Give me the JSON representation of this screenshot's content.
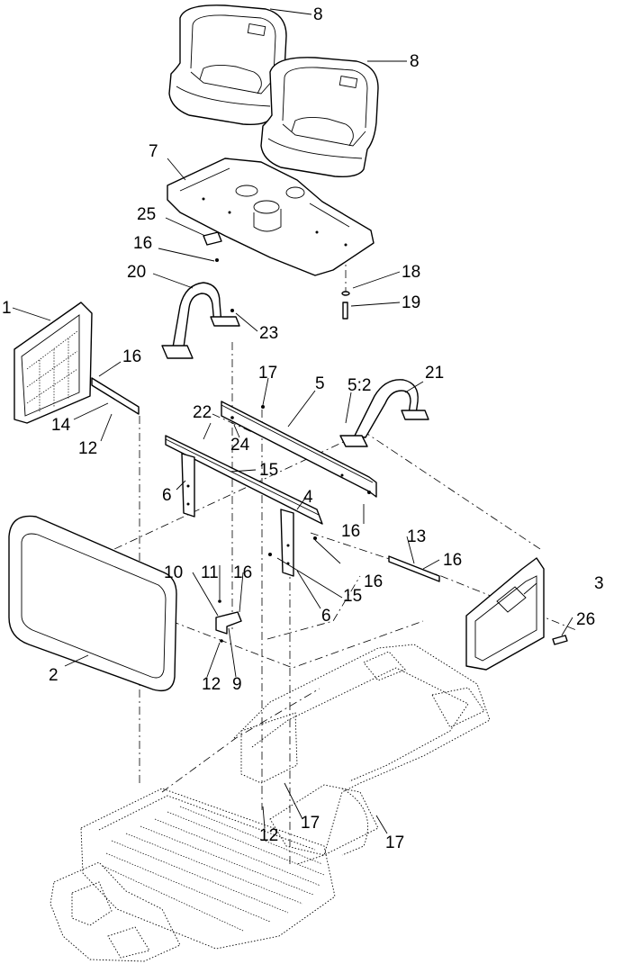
{
  "callouts": {
    "c8a": "8",
    "c8b": "8",
    "c7": "7",
    "c25": "25",
    "c16a": "16",
    "c18": "18",
    "c19": "19",
    "c20": "20",
    "c23": "23",
    "c1": "1",
    "c16b": "16",
    "c14": "14",
    "c12a": "12",
    "c17a": "17",
    "c5": "5",
    "c52": "5:2",
    "c21": "21",
    "c22": "22",
    "c24": "24",
    "c15a": "15",
    "c6a": "6",
    "c4": "4",
    "c16c": "16",
    "c13": "13",
    "c16d": "16",
    "c3": "3",
    "c26": "26",
    "c10": "10",
    "c11": "11",
    "c16e": "16",
    "c15b": "15",
    "c16f": "16",
    "c6b": "6",
    "c2": "2",
    "c12b": "12",
    "c9": "9",
    "c17b": "17",
    "c12c": "12",
    "c17c": "17"
  }
}
